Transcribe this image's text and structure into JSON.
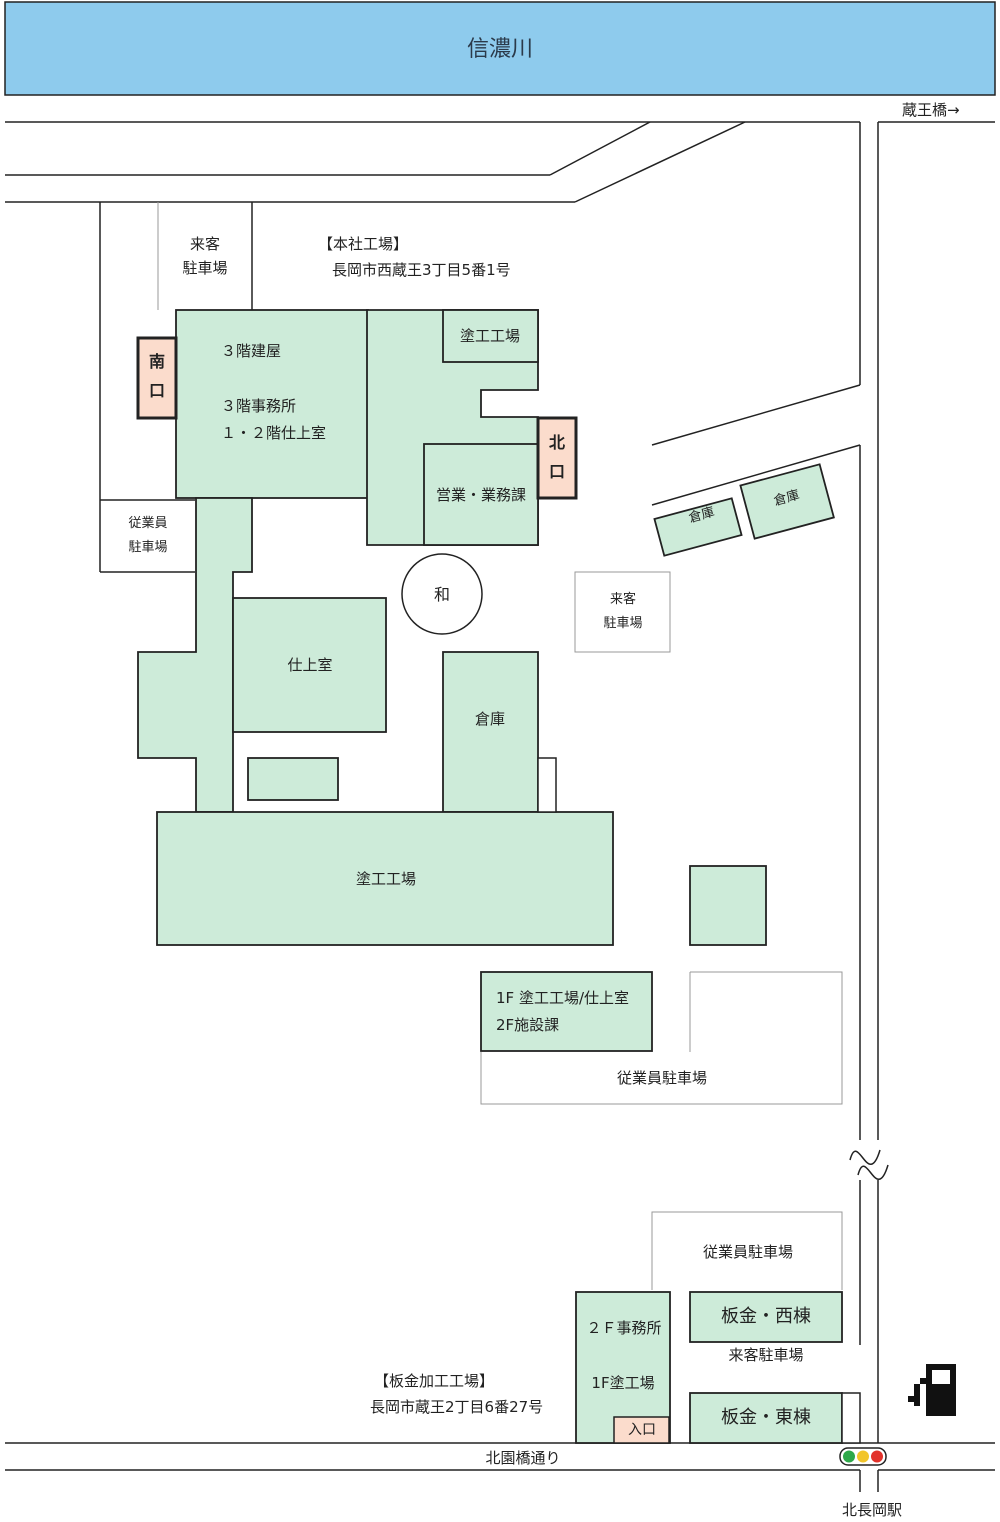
{
  "colors": {
    "river": "#8ecbed",
    "building": "#cdebd9",
    "entrance": "#fbdccc",
    "line": "#222222",
    "signal_green": "#2ea84a",
    "signal_yellow": "#f2c52b",
    "signal_red": "#e2322b"
  },
  "river": {
    "name": "信濃川"
  },
  "roads": {
    "zaou_bridge": "蔵王橋→",
    "kitazono_street": "北園橋通り",
    "kitanagaoka_station": "北長岡駅"
  },
  "main_factory": {
    "title": "【本社工場】",
    "address": "長岡市西蔵王3丁目5番1号",
    "visitor_parking_top": [
      "来客",
      "駐車場"
    ],
    "south_gate": [
      "南",
      "口"
    ],
    "north_gate": [
      "北",
      "口"
    ],
    "building_3f": {
      "name": "３階建屋",
      "lines": [
        "３階事務所",
        "１・２階仕上室"
      ]
    },
    "painting_small": "塗工工場",
    "sales": "営業・業務課",
    "employee_parking_left": [
      "従業員",
      "駐車場"
    ],
    "wa_mark": "和",
    "visitor_parking_mid": [
      "来客",
      "駐車場"
    ],
    "warehouse_a": "倉庫",
    "warehouse_b": "倉庫",
    "finishing_room": "仕上室",
    "warehouse_c": "倉庫",
    "painting_large": "塗工工場",
    "building_1f2f": [
      "1F 塗工工場/仕上室",
      "2F施設課"
    ],
    "employee_parking_lower": "従業員駐車場"
  },
  "sheet_metal_factory": {
    "title": "【板金加工工場】",
    "address": "長岡市蔵王2丁目6番27号",
    "employee_parking": "従業員駐車場",
    "office_lines": [
      "２Ｆ事務所",
      "1F塗工場"
    ],
    "entrance": "入口",
    "west_wing": "板金・西棟",
    "visitor_parking": "来客駐車場",
    "east_wing": "板金・東棟"
  }
}
